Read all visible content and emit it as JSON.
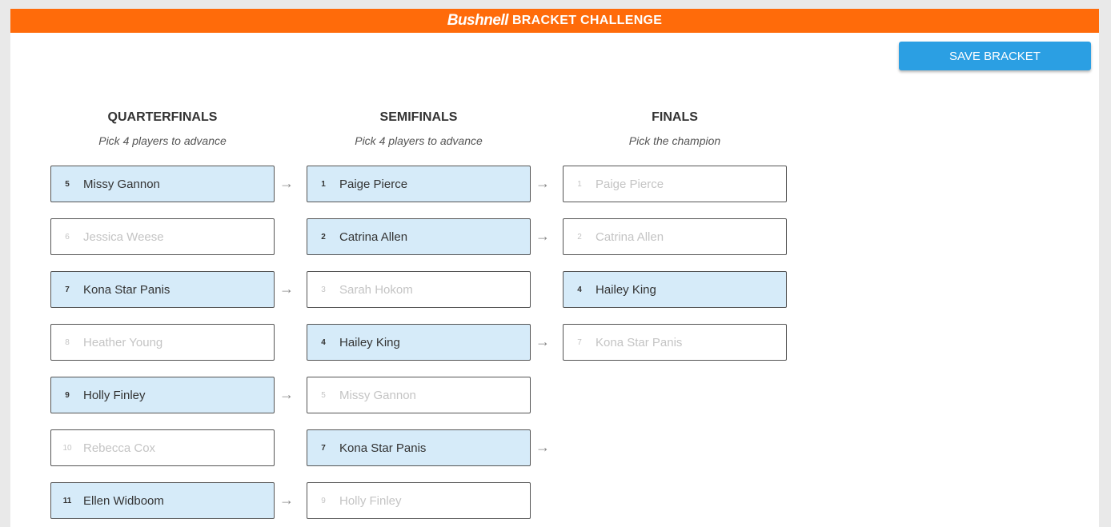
{
  "header": {
    "brand": "Bushnell",
    "title": "BRACKET CHALLENGE"
  },
  "save_button": {
    "label": "SAVE BRACKET"
  },
  "rounds": [
    {
      "title": "QUARTERFINALS",
      "subtitle": "Pick 4 players to advance",
      "slots": [
        {
          "seed": "5",
          "name": "Missy Gannon",
          "selected": true
        },
        {
          "seed": "6",
          "name": "Jessica Weese",
          "selected": false
        },
        {
          "seed": "7",
          "name": "Kona Star Panis",
          "selected": true
        },
        {
          "seed": "8",
          "name": "Heather Young",
          "selected": false
        },
        {
          "seed": "9",
          "name": "Holly Finley",
          "selected": true
        },
        {
          "seed": "10",
          "name": "Rebecca Cox",
          "selected": false
        },
        {
          "seed": "11",
          "name": "Ellen Widboom",
          "selected": true
        }
      ]
    },
    {
      "title": "SEMIFINALS",
      "subtitle": "Pick 4 players to advance",
      "slots": [
        {
          "seed": "1",
          "name": "Paige Pierce",
          "selected": true
        },
        {
          "seed": "2",
          "name": "Catrina Allen",
          "selected": true
        },
        {
          "seed": "3",
          "name": "Sarah Hokom",
          "selected": false
        },
        {
          "seed": "4",
          "name": "Hailey King",
          "selected": true
        },
        {
          "seed": "5",
          "name": "Missy Gannon",
          "selected": false
        },
        {
          "seed": "7",
          "name": "Kona Star Panis",
          "selected": true
        },
        {
          "seed": "9",
          "name": "Holly Finley",
          "selected": false
        }
      ]
    },
    {
      "title": "FINALS",
      "subtitle": "Pick the champion",
      "slots": [
        {
          "seed": "1",
          "name": "Paige Pierce",
          "selected": false
        },
        {
          "seed": "2",
          "name": "Catrina Allen",
          "selected": false
        },
        {
          "seed": "4",
          "name": "Hailey King",
          "selected": true
        },
        {
          "seed": "7",
          "name": "Kona Star Panis",
          "selected": false
        }
      ]
    }
  ],
  "advance_arrow": "→",
  "colors": {
    "header_orange": "#ff6b0a",
    "save_blue": "#2b9fe3",
    "selected_fill": "#d6ebf9"
  }
}
